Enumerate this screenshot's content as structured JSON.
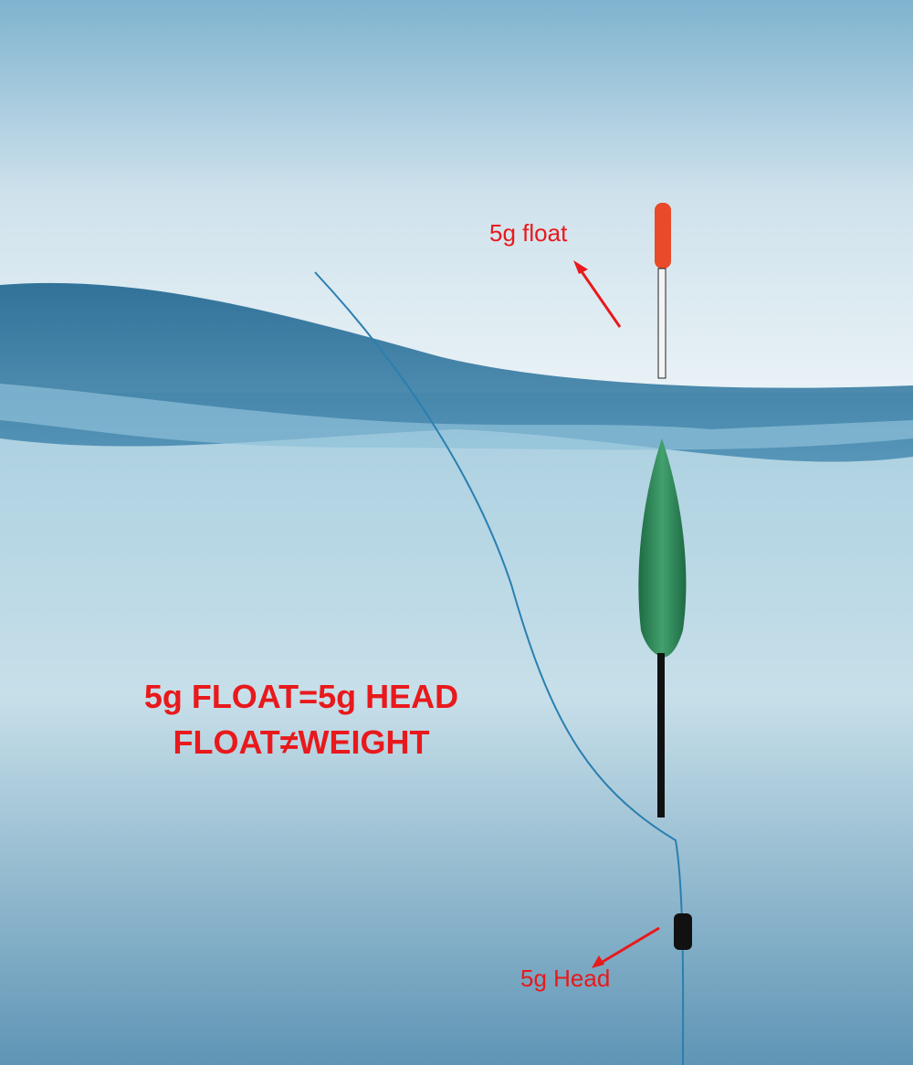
{
  "labels": {
    "float": "5g float",
    "head": "5g Head",
    "headline_line1": "5g FLOAT=5g HEAD",
    "headline_line2": "FLOAT≠WEIGHT"
  },
  "colors": {
    "accent_text": "#e8191c",
    "float_body": "#2f8a5a",
    "float_tip": "#e84a2a"
  }
}
